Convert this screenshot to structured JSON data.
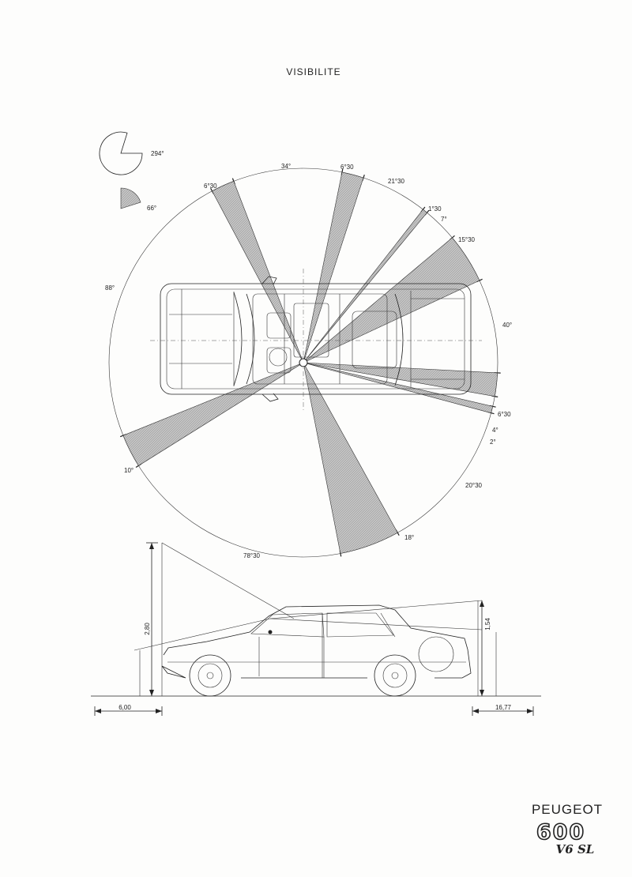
{
  "title": "VISIBILITE",
  "legend": {
    "visible_angle": "294°",
    "blind_angle": "66°"
  },
  "angle_labels": {
    "a_34": "34°",
    "a_6_30_top": "6°30",
    "a_6_30_topleft": "6°30",
    "a_21_30": "21°30",
    "a_1_30": "1°30",
    "a_7": "7°",
    "a_15_30": "15°30",
    "a_88": "88°",
    "a_40": "40°",
    "a_6_30_right": "6°30",
    "a_4": "4°",
    "a_2": "2°",
    "a_20_30": "20°30",
    "a_10": "10°",
    "a_18": "18°",
    "a_78_30": "78°30"
  },
  "dimensions": {
    "eye_height": "2,80",
    "rear_height": "1,54",
    "front_distance": "6,00",
    "rear_distance": "16,77"
  },
  "brand": {
    "name": "PEUGEOT",
    "model": "600",
    "badge": "V6 SL"
  }
}
